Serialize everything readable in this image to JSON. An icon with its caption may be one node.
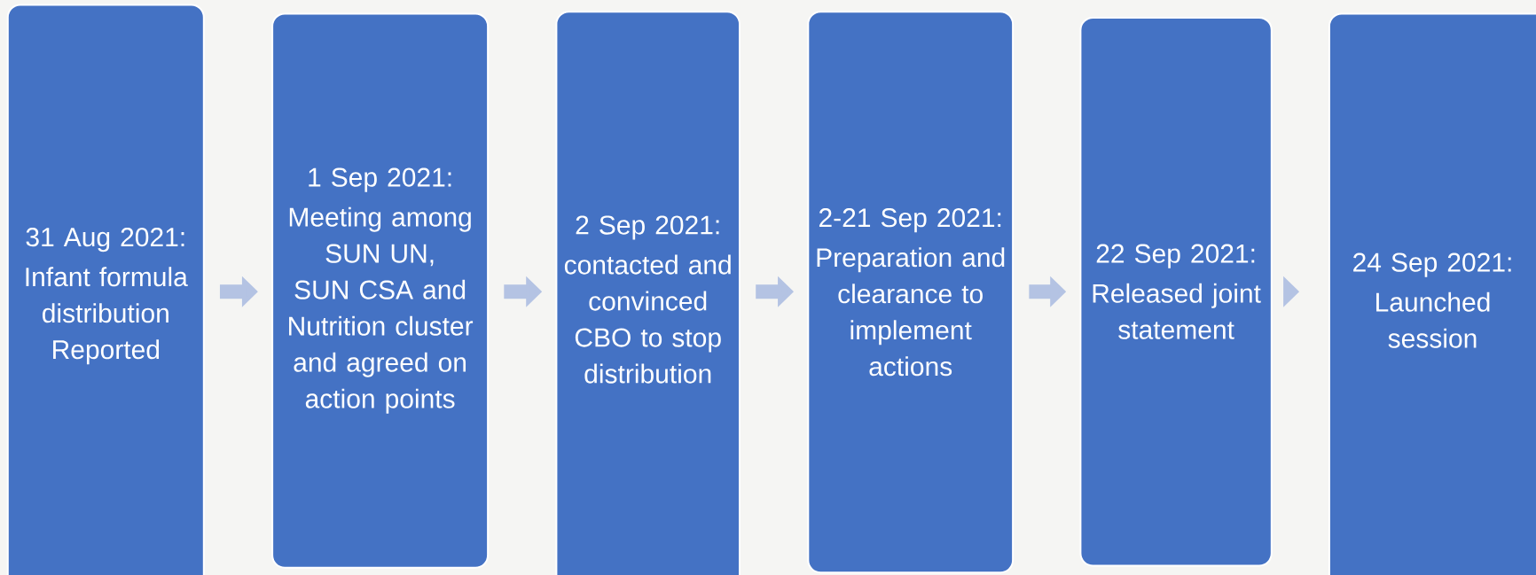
{
  "diagram": {
    "nodes": [
      {
        "text": [
          "31 Aug 2021:",
          "Infant formula distribution Reported"
        ]
      },
      {
        "text": [
          "1 Sep 2021:",
          "Meeting among SUN UN, SUN CSA and Nutrition cluster and agreed on action points"
        ]
      },
      {
        "text": [
          "2 Sep 2021:",
          "contacted and convinced CBO to stop distribution"
        ]
      },
      {
        "text": [
          "2-21 Sep 2021:",
          "Preparation and clearance to implement actions"
        ]
      },
      {
        "text": [
          "22 Sep 2021:",
          "Released joint statement"
        ]
      },
      {
        "text": [
          "24 Sep 2021:",
          "Launched session"
        ]
      }
    ],
    "edges": [
      {
        "from": 0,
        "to": 1,
        "arrow": "to"
      },
      {
        "from": 1,
        "to": 2,
        "arrow": "to"
      },
      {
        "from": 2,
        "to": 3,
        "arrow": "to"
      },
      {
        "from": 3,
        "to": 4,
        "arrow": "to"
      },
      {
        "from": 4,
        "to": 5,
        "arrow": "to"
      }
    ]
  }
}
